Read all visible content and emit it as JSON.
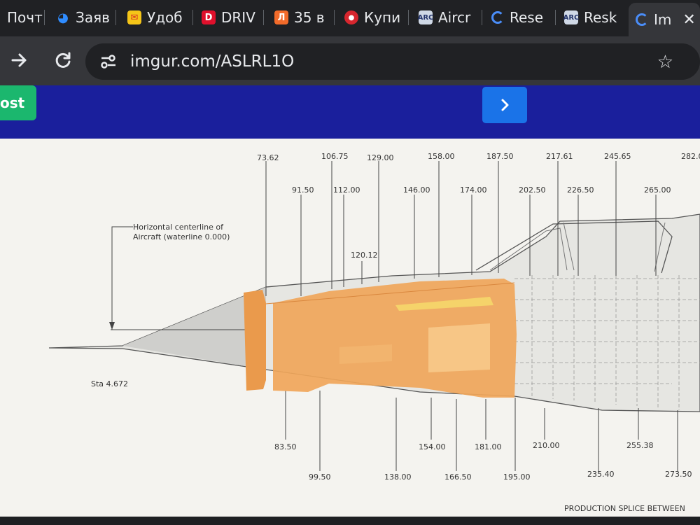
{
  "browser": {
    "tabs": [
      {
        "label": "Почт",
        "favicon": "mail-favicon"
      },
      {
        "label": "Заяв",
        "favicon": "gosuslugi-favicon"
      },
      {
        "label": "Удоб",
        "favicon": "envelope-favicon"
      },
      {
        "label": "DRIV",
        "favicon": "drive2-favicon",
        "favicon_text": "D"
      },
      {
        "label": "35 в",
        "favicon": "l-favicon",
        "favicon_text": "Л"
      },
      {
        "label": "Купи",
        "favicon": "shop-favicon"
      },
      {
        "label": "Aircr",
        "favicon": "arc-favicon"
      },
      {
        "label": "Rese",
        "favicon": "loading-favicon"
      },
      {
        "label": "Resk",
        "favicon": "arc-favicon"
      },
      {
        "label": "Im",
        "favicon": "loading-favicon",
        "active": true
      }
    ],
    "url": "imgur.com/ASLRL1O"
  },
  "imgur": {
    "post_label": "ost",
    "next_label": "›"
  },
  "drawing": {
    "centerline_note_1": "Horizontal centerline of",
    "centerline_note_2": "Aircraft (waterline 0.000)",
    "nose_station": "Sta 4.672",
    "top_row_1": [
      "73.62",
      "106.75",
      "129.00",
      "158.00",
      "187.50",
      "217.61",
      "245.65",
      "282.0"
    ],
    "top_row_2": [
      "91.50",
      "112.00",
      "146.00",
      "174.00",
      "202.50",
      "226.50",
      "265.00"
    ],
    "mid_label": "120.12",
    "bottom_row_1": [
      "83.50",
      "154.00",
      "181.00",
      "210.00",
      "255.38"
    ],
    "bottom_row_2": [
      "99.50",
      "138.00",
      "166.50",
      "195.00",
      "235.40",
      "273.50"
    ],
    "footer_text": "PRODUCTION SPLICE BETWEEN"
  },
  "colors": {
    "banner": "#1a1f9c",
    "post_button": "#1bb76e",
    "next_button": "#1a73e8",
    "resin_part": "#f0a65a"
  }
}
